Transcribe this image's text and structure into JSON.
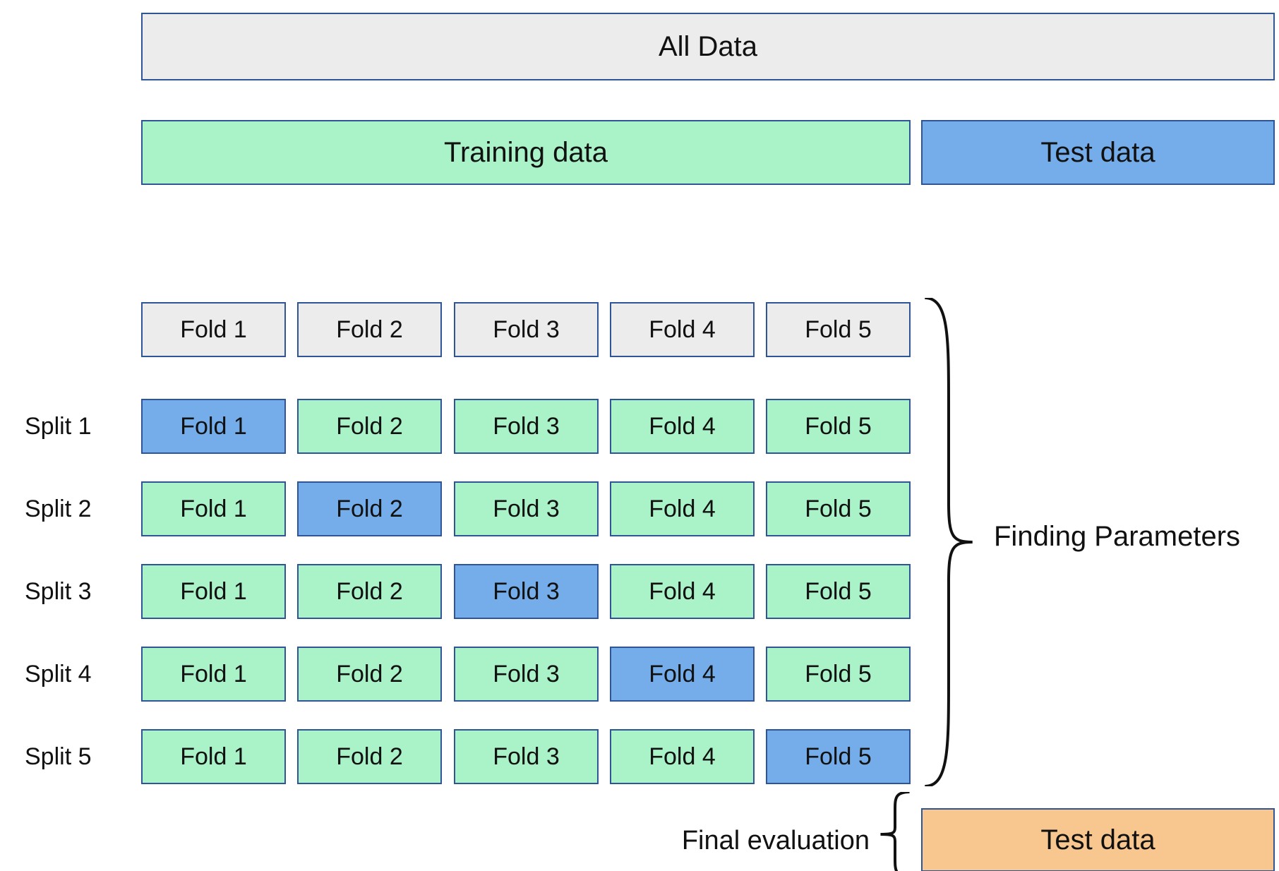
{
  "colors": {
    "gray": "#ececec",
    "green": "#aaf2c8",
    "blue": "#74ade9",
    "orange": "#f7c78f",
    "border": "#2f5597",
    "brace": "#111111"
  },
  "top": {
    "all_data": "All Data",
    "training": "Training data",
    "test": "Test data"
  },
  "grid": {
    "header": [
      "Fold 1",
      "Fold 2",
      "Fold 3",
      "Fold 4",
      "Fold 5"
    ],
    "splits": [
      {
        "label": "Split 1",
        "cells": [
          {
            "text": "Fold 1",
            "type": "holdout"
          },
          {
            "text": "Fold 2",
            "type": "train"
          },
          {
            "text": "Fold 3",
            "type": "train"
          },
          {
            "text": "Fold 4",
            "type": "train"
          },
          {
            "text": "Fold 5",
            "type": "train"
          }
        ]
      },
      {
        "label": "Split 2",
        "cells": [
          {
            "text": "Fold 1",
            "type": "train"
          },
          {
            "text": "Fold 2",
            "type": "holdout"
          },
          {
            "text": "Fold 3",
            "type": "train"
          },
          {
            "text": "Fold 4",
            "type": "train"
          },
          {
            "text": "Fold 5",
            "type": "train"
          }
        ]
      },
      {
        "label": "Split 3",
        "cells": [
          {
            "text": "Fold 1",
            "type": "train"
          },
          {
            "text": "Fold 2",
            "type": "train"
          },
          {
            "text": "Fold 3",
            "type": "holdout"
          },
          {
            "text": "Fold 4",
            "type": "train"
          },
          {
            "text": "Fold 5",
            "type": "train"
          }
        ]
      },
      {
        "label": "Split 4",
        "cells": [
          {
            "text": "Fold 1",
            "type": "train"
          },
          {
            "text": "Fold 2",
            "type": "train"
          },
          {
            "text": "Fold 3",
            "type": "train"
          },
          {
            "text": "Fold 4",
            "type": "holdout"
          },
          {
            "text": "Fold 5",
            "type": "train"
          }
        ]
      },
      {
        "label": "Split 5",
        "cells": [
          {
            "text": "Fold 1",
            "type": "train"
          },
          {
            "text": "Fold 2",
            "type": "train"
          },
          {
            "text": "Fold 3",
            "type": "train"
          },
          {
            "text": "Fold 4",
            "type": "train"
          },
          {
            "text": "Fold 5",
            "type": "holdout"
          }
        ]
      }
    ]
  },
  "annotations": {
    "finding_parameters": "Finding Parameters",
    "final_evaluation": "Final evaluation",
    "final_test": "Test data"
  }
}
